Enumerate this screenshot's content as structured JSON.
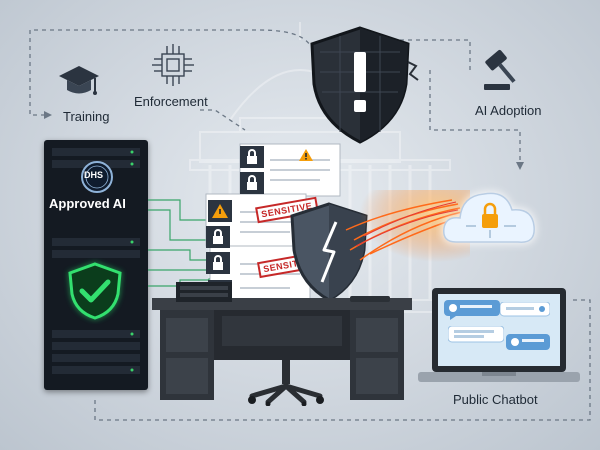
{
  "labels": {
    "training": "Training",
    "enforcement": "Enforcement",
    "ai_adoption": "AI Adoption",
    "public_chatbot": "Public Chatbot",
    "approved_ai": "Approved AI"
  },
  "server_badge": "DHS",
  "stamps": [
    "SENSITIVE",
    "SENSITI"
  ],
  "icons": [
    "graduation-cap-icon",
    "circuit-chip-icon",
    "shield-warning-icon",
    "gavel-icon",
    "server-rack",
    "shield-check-icon",
    "lock-icon",
    "warning-icon",
    "cloud-lock-icon",
    "laptop-icon",
    "chat-bubble-icon",
    "office-chair-icon",
    "capitol-building"
  ],
  "colors": {
    "accent_green": "#22c55e",
    "warning_orange": "#f59e0b",
    "alert_red": "#c62828",
    "rack_dark": "#141a22",
    "cloud_blue": "#eaf4ff"
  }
}
